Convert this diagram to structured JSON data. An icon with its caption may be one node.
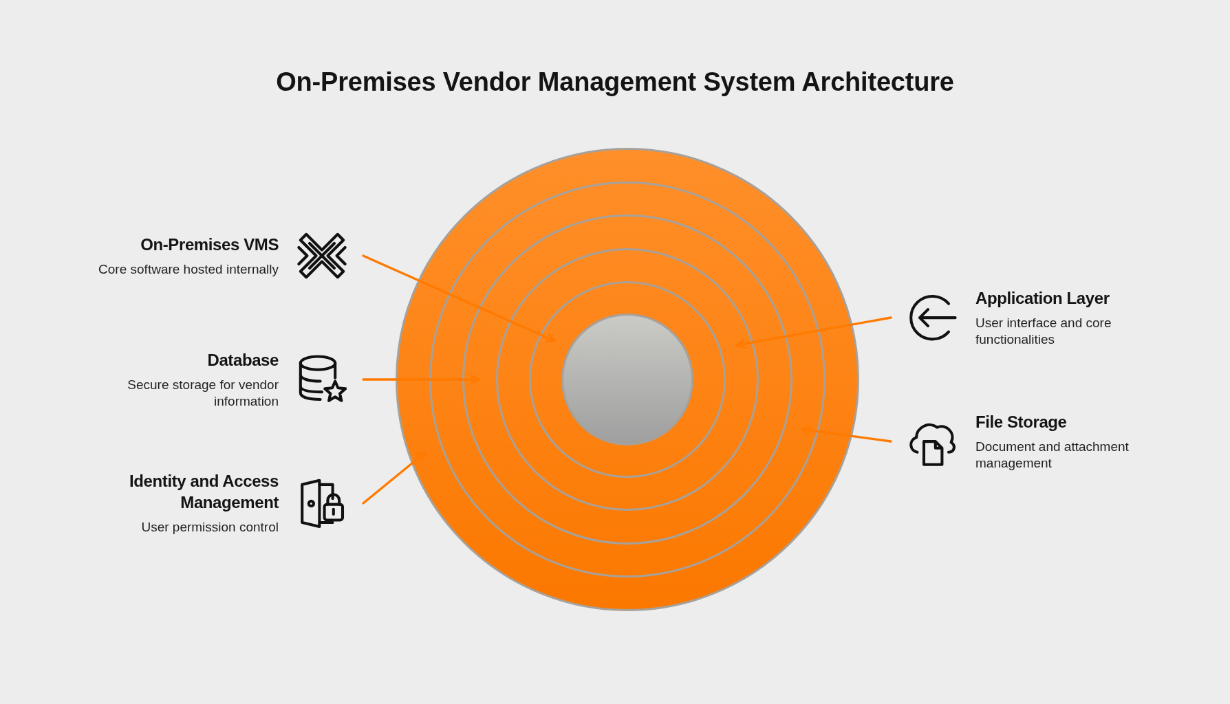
{
  "diagram": {
    "title": "On-Premises Vendor Management System Architecture",
    "nodes": [
      {
        "text": [
          "On-Premises VMS",
          "Core software hosted internally"
        ]
      },
      {
        "text": [
          "Database",
          "Secure storage for vendor information"
        ]
      },
      {
        "text": [
          "Identity and Access Management",
          "User permission control"
        ]
      },
      {
        "text": [],
        "shape": "circle"
      },
      {
        "text": [],
        "shape": "circle",
        "in": 3
      },
      {
        "text": [],
        "shape": "circle",
        "in": 4
      },
      {
        "text": [],
        "shape": "circle",
        "in": 5
      },
      {
        "text": [],
        "shape": "circle",
        "in": 6
      },
      {
        "text": [],
        "shape": "circle",
        "in": 7
      },
      {
        "text": [
          "Application Layer",
          "User interface and core functionalities"
        ]
      },
      {
        "text": [
          "File Storage",
          "Document and attachment management"
        ]
      }
    ],
    "edges": [
      {
        "from": 0,
        "to": 7,
        "arrow": "to"
      },
      {
        "from": 1,
        "to": 5,
        "arrow": "to"
      },
      {
        "from": 2,
        "to": 3,
        "arrow": "to"
      },
      {
        "from": 9,
        "to": 6,
        "arrow": "to"
      },
      {
        "from": 10,
        "to": 4,
        "arrow": "to"
      }
    ]
  }
}
